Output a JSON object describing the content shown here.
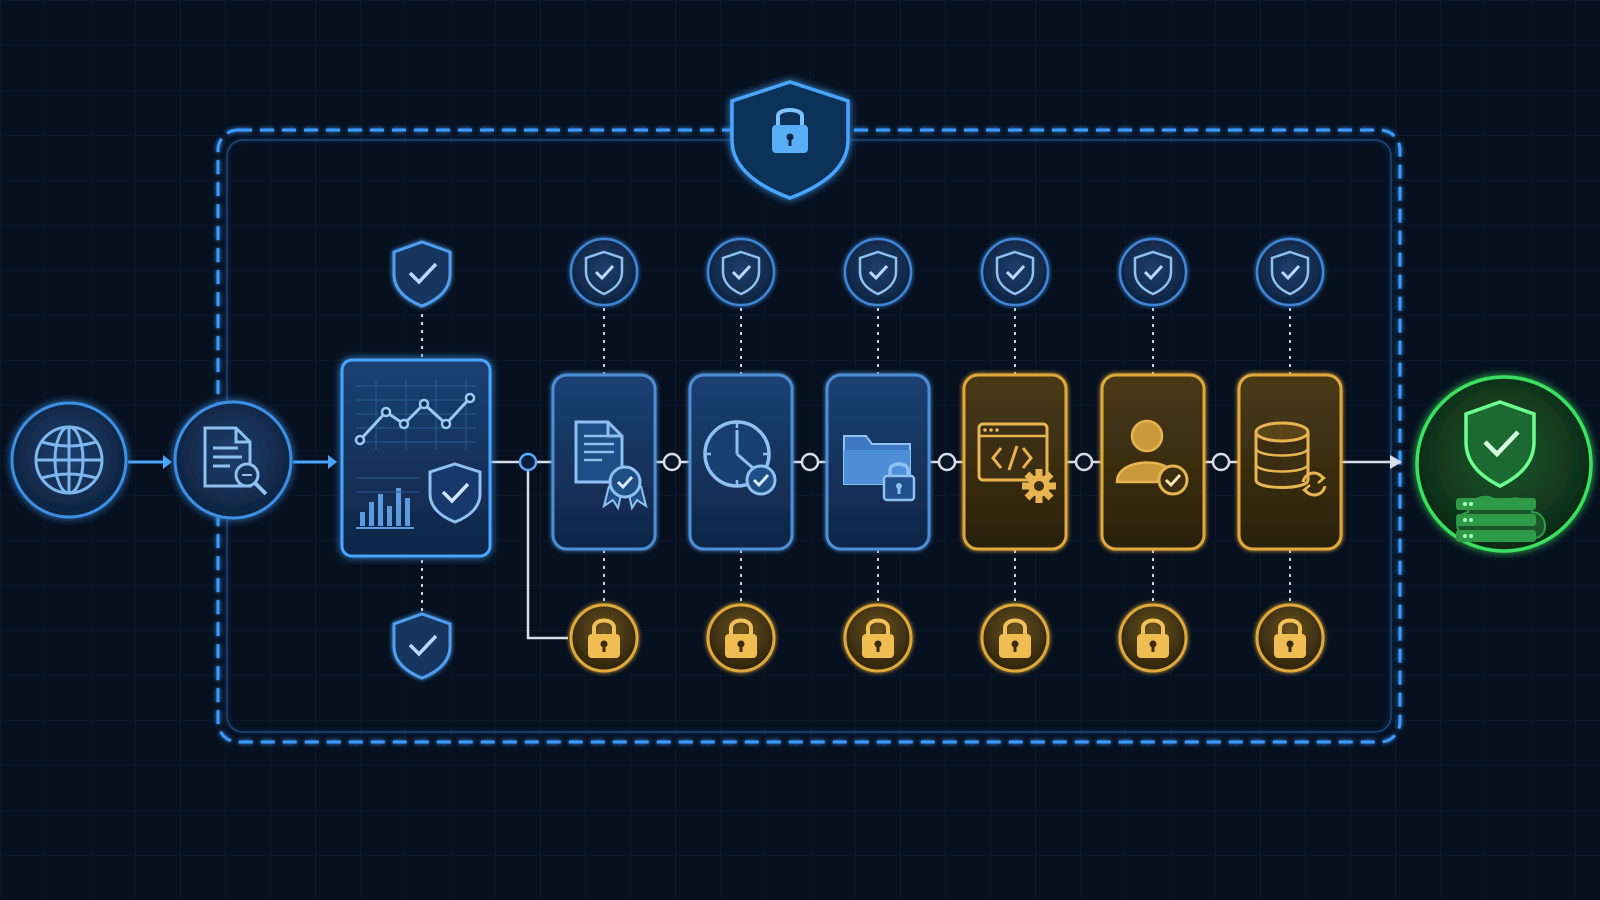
{
  "colors": {
    "background": "#06101f",
    "frame": "#3d9bff",
    "blue_stage": "#4d8fd6",
    "blue_stage_fill": "#13325a",
    "gold_stage": "#e0a93a",
    "gold_stage_fill": "#3a2e14",
    "secure_output": "#35d65a",
    "connector": "#d8dee8"
  },
  "frame": {
    "style": "dashed",
    "top_icon": "shield-lock-icon"
  },
  "input": {
    "source_icon": "globe-icon",
    "inspect_icon": "document-search-icon"
  },
  "analytics_panel": {
    "icon": "analytics-dashboard-shield-icon",
    "top_badge": "shield-check-icon",
    "bottom_badge": "shield-check-icon"
  },
  "stages": [
    {
      "icon": "certified-document-icon",
      "tone": "blue",
      "check_badge": "shield-check-icon",
      "lock_badge": "padlock-icon"
    },
    {
      "icon": "clock-check-icon",
      "tone": "blue",
      "check_badge": "shield-check-icon",
      "lock_badge": "padlock-icon"
    },
    {
      "icon": "locked-folder-icon",
      "tone": "blue",
      "check_badge": "shield-check-icon",
      "lock_badge": "padlock-icon"
    },
    {
      "icon": "code-gear-icon",
      "tone": "gold",
      "check_badge": "shield-check-icon",
      "lock_badge": "padlock-icon"
    },
    {
      "icon": "user-check-icon",
      "tone": "gold",
      "check_badge": "shield-check-icon",
      "lock_badge": "padlock-icon"
    },
    {
      "icon": "database-sync-icon",
      "tone": "gold",
      "check_badge": "shield-check-icon",
      "lock_badge": "padlock-icon"
    }
  ],
  "output": {
    "icon": "secure-cloud-server-icon"
  }
}
